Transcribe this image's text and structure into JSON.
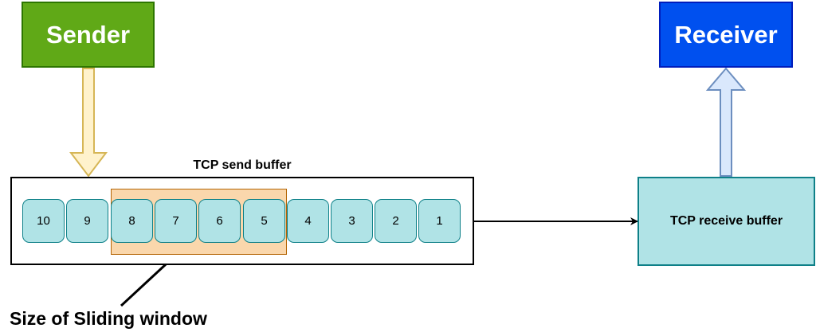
{
  "sender": {
    "label": "Sender"
  },
  "receiver": {
    "label": "Receiver"
  },
  "send_buffer": {
    "title": "TCP send buffer",
    "segments": [
      "10",
      "9",
      "8",
      "7",
      "6",
      "5",
      "4",
      "3",
      "2",
      "1"
    ]
  },
  "receive_buffer": {
    "label": "TCP receive buffer"
  },
  "sliding_window": {
    "caption": "Size of Sliding window"
  },
  "colors": {
    "sender_fill": "#60a917",
    "receiver_fill": "#0050ef",
    "segment_fill": "#b0e3e6",
    "window_fill": "#fad7ac",
    "down_arrow_fill": "#fff2cc",
    "up_arrow_fill": "#dae8fc"
  }
}
